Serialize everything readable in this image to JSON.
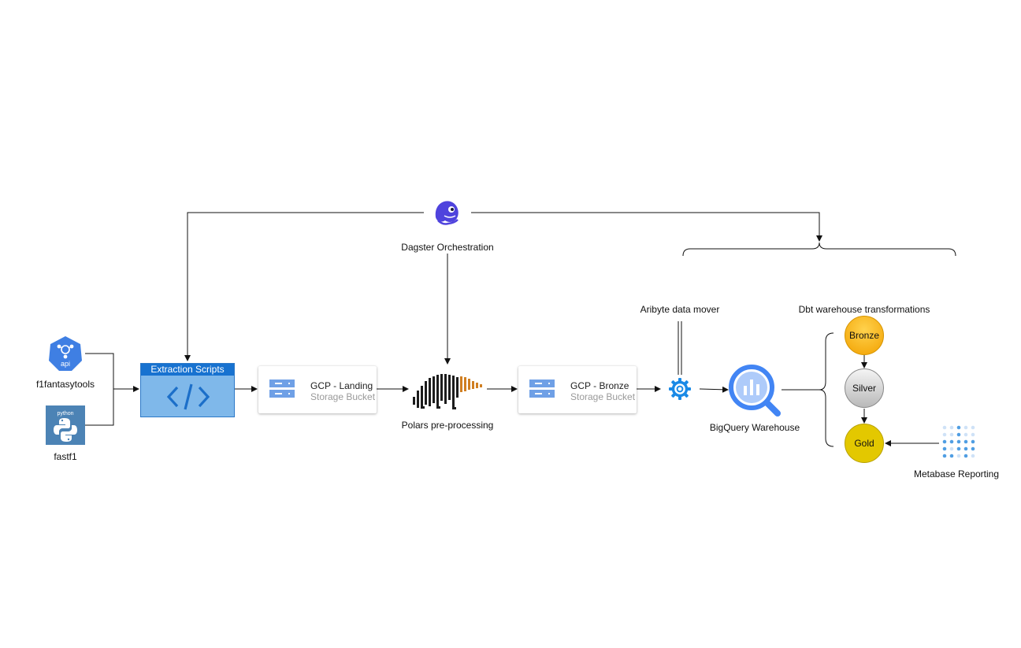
{
  "labels": {
    "orchestration": "Dagster Orchestration",
    "api_source": "f1fantasytools",
    "python_source": "fastf1",
    "api_icon_text": "api",
    "python_icon_text": "python",
    "extraction": "Extraction Scripts",
    "landing_title": "GCP - Landing",
    "landing_sub": "Storage Bucket",
    "polars": "Polars pre-processing",
    "bronze_title": "GCP - Bronze",
    "bronze_sub": "Storage Bucket",
    "airbyte": "Aribyte data mover",
    "bigquery": "BigQuery Warehouse",
    "dbt": "Dbt warehouse transformations",
    "metabase": "Metabase Reporting"
  },
  "layers": {
    "bronze": "Bronze",
    "silver": "Silver",
    "gold": "Gold"
  },
  "colors": {
    "dagster": "#4f43dd",
    "api": "#3f7fe3",
    "python_tile": "#4c83b5",
    "extraction_fill": "#7fb8ea",
    "extraction_header": "#1772d0",
    "gcp_blue": "#6fa0e6",
    "bigquery": "#4285f4",
    "bronze": "#f2a100",
    "silver": "#cfcfcf",
    "gold": "#e3c800",
    "metabase": "#509ee3"
  },
  "icons": {
    "orchestrator": "dagster-octopus-icon",
    "api": "api-hexagon-icon",
    "python": "python-logo-icon",
    "code": "code-brackets-icon",
    "bucket": "storage-bucket-icon",
    "polars": "polars-bear-icon",
    "airbyte": "gear-icon",
    "warehouse": "bigquery-magnifier-icon",
    "reporting": "metabase-dots-icon"
  }
}
